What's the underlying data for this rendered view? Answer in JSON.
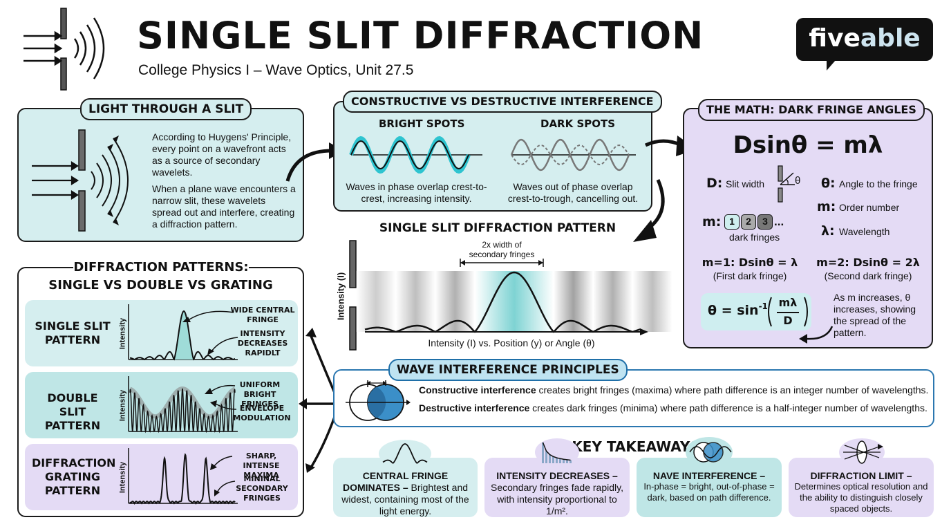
{
  "header": {
    "title": "SINGLE SLIT DIFFRACTION",
    "subtitle": "College Physics I – Wave Optics, Unit 27.5",
    "logo_part1": "five",
    "logo_part2": "able"
  },
  "light_through_slit": {
    "heading": "LIGHT THROUGH A SLIT",
    "para1": "According to Huygens' Principle, every point on a wavefront acts as a source of secondary wavelets.",
    "para2": "When a plane wave encounters a narrow slit, these wavelets spread out and interfere, creating a diffraction pattern."
  },
  "interference": {
    "heading": "CONSTRUCTIVE VS DESTRUCTIVE INTERFERENCE",
    "bright_label": "BRIGHT SPOTS",
    "bright_desc": "Waves in phase overlap crest-to-crest, increasing intensity.",
    "dark_label": "DARK SPOTS",
    "dark_desc": "Waves out of phase overlap crest-to-trough, cancelling out."
  },
  "math": {
    "heading": "THE MATH: DARK FRINGE ANGLES",
    "equation": "Dsinθ = mλ",
    "d_key": "D:",
    "d_desc": "Slit width",
    "theta_symbol": "θ",
    "theta_key": "θ:",
    "theta_desc": "Angle to the fringe",
    "m_key": "m:",
    "m_desc": "Order number",
    "m2_key": "m:",
    "m_badges": [
      "1",
      "2",
      "3"
    ],
    "m_dots": "...",
    "m_badges_desc": "dark fringes",
    "lambda_key": "λ:",
    "lambda_desc": "Wavelength",
    "m1_eq": "m=1: Dsinθ = λ",
    "m1_desc": "(First dark fringe)",
    "m2_eq": "m=2: Dsinθ = 2λ",
    "m2_desc": "(Second dark fringe)",
    "theta_formula_lhs": "θ = sin",
    "theta_formula_exp": "-1",
    "theta_formula_num": "mλ",
    "theta_formula_den": "D",
    "spread_note": "As m increases, θ increases, showing the spread of the pattern."
  },
  "pattern": {
    "heading": "SINGLE SLIT DIFFRACTION PATTERN",
    "width_label": "2x width of secondary fringes",
    "ylabel": "Intensity (I)",
    "xlabel": "Intensity (I) vs. Position (y) or Angle (θ)"
  },
  "diffraction_patterns": {
    "heading_line1": "DIFFRACTION PATTERNS:",
    "heading_line2": "SINGLE VS DOUBLE VS GRATING",
    "single_title": "SINGLE SLIT PATTERN",
    "single_ylabel": "Intensity",
    "single_note1": "WIDE CENTRAL FRINGE",
    "single_note2": "INTENSITY DECREASES RAPIDLT",
    "double_title": "DOUBLE SLIT PATTERN",
    "double_ylabel": "Intensity",
    "double_note1": "UNIFORM BRIGHT FRINGES",
    "double_note2": "ENVELOPE MODULATION",
    "grating_title": "DIFFRACTION GRATING PATTERN",
    "grating_ylabel": "Intensity",
    "grating_note1": "SHARP, INTENSE MAXIMA",
    "grating_note2": "MININAL SECONDARY FRINGES"
  },
  "principles": {
    "heading": "WAVE INTERFERENCE PRINCIPLES",
    "constructive_term": "Constructive interference",
    "constructive_text": " creates bright fringes (maxima) where path difference is an integer number of wavelengths.",
    "destructive_term": "Destructive interference",
    "destructive_text": " creates dark fringes (minima) where path difference is a half-integer number of wavelengths."
  },
  "takeaways": {
    "heading": "KEY TAKEAWAYS",
    "items": [
      {
        "title": "CENTRAL FRINGE DOMINATES –",
        "text": " Brightest and widest, containing most of the light energy."
      },
      {
        "title": "INTENSITY DECREASES –",
        "text": "Secondary fringes fade rapidly, with intensity proportional to 1/m²."
      },
      {
        "title": "NAVE INTERFERENCE –",
        "text": "In-phase = bright, out-of-phase = dark, based on path difference."
      },
      {
        "title": "DIFFRACTION LIMIT –",
        "text": "Determines optical resolution and the ability to distinguish closely spaced objects."
      }
    ]
  },
  "colors": {
    "teal": "#d5eeef",
    "teal_dark": "#bfe6e6",
    "purple": "#e4dbf5",
    "accent_cyan": "#2ec4d0",
    "accent_blue": "#1f6fa8"
  }
}
